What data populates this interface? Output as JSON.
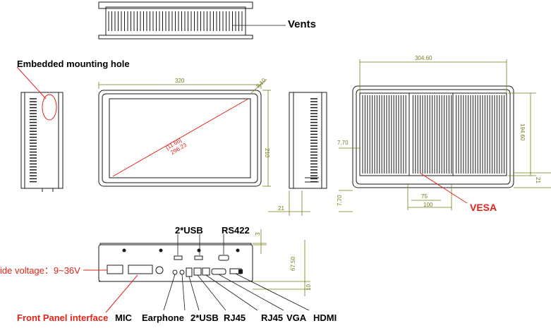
{
  "labels": {
    "vents": "Vents",
    "embedded_mounting_hole": "Embedded mounting hole",
    "vesa": "VESA",
    "usb2_top": "2*USB",
    "rs422": "RS422",
    "wide_voltage": "ide voltage：9~36V",
    "front_panel_interface": "Front Panel interface",
    "mic": "MIC",
    "earphone": "Earphone",
    "usb2_bottom": "2*USB",
    "rj45_1": "RJ45",
    "rj45_2": "RJ45",
    "vga": "VGA",
    "hdmi": "HDMI"
  },
  "dimensions": {
    "front_width": "320",
    "front_height": "210",
    "bezel": "8.10",
    "diagonal_in": "[11.66]",
    "diagonal_mm": "296.23",
    "depth": "21",
    "back_width": "304.60",
    "back_height": "194.60",
    "back_margin_top": "7.70",
    "back_margin_bottom": "7.70",
    "back_depth": "21",
    "vesa_75": "75",
    "vesa_100": "100",
    "io_top": "3",
    "io_height": "67.50",
    "io_bottom": "10"
  },
  "colors": {
    "line": "#1a1a1a",
    "dim": "#7a7a1a",
    "red": "#e2231a",
    "fill": "#f4f4f4"
  }
}
